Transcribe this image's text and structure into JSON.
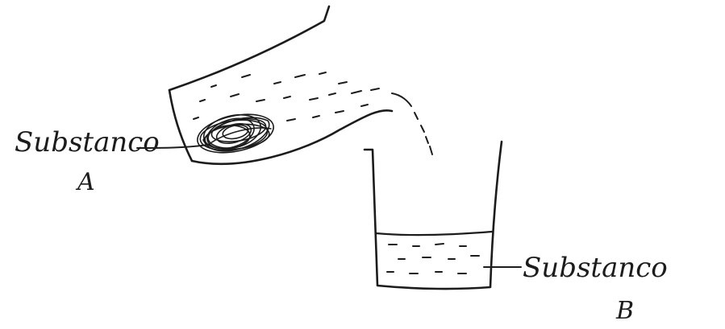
{
  "diagram": {
    "label_a": {
      "name": "Substanco",
      "letter": "A"
    },
    "label_b": {
      "name": "Substanco",
      "letter": "B"
    },
    "ink_color": "#1c1c1c",
    "paper_color": "#ffffff"
  }
}
